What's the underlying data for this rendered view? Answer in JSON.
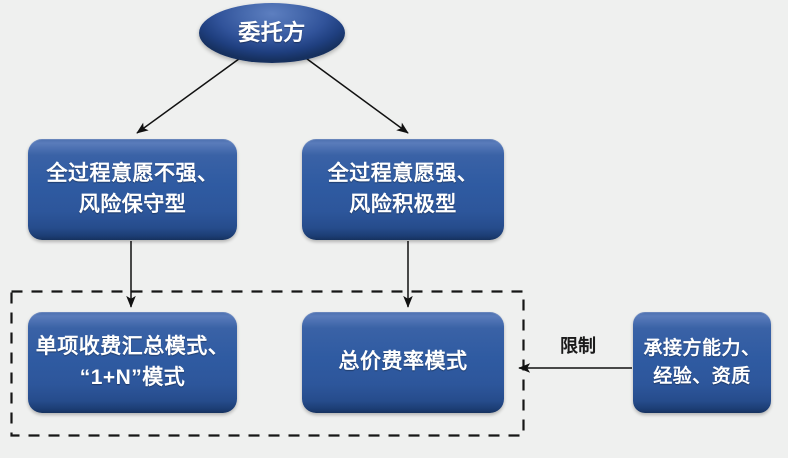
{
  "diagram": {
    "background_color": "#eff0ef",
    "node_fill_color": "#2f5ba2",
    "node_text_color": "#ffffff",
    "connector_color": "#1a1a1a",
    "dashed_group_color": "#1a1a1a",
    "nodes": {
      "root": {
        "label": "委托方",
        "shape": "ellipse"
      },
      "left_branch": {
        "label": "全过程意愿不强、\n风险保守型",
        "shape": "rounded-rect"
      },
      "right_branch": {
        "label": "全过程意愿强、\n风险积极型",
        "shape": "rounded-rect"
      },
      "left_mode": {
        "label": "单项收费汇总模式、\n“1+N”模式",
        "shape": "rounded-rect"
      },
      "right_mode": {
        "label": "总价费率模式",
        "shape": "rounded-rect"
      },
      "constraint_source": {
        "label": "承接方能力、\n经验、资质",
        "shape": "rounded-rect"
      }
    },
    "edges": {
      "constraint_label": "限制"
    }
  }
}
